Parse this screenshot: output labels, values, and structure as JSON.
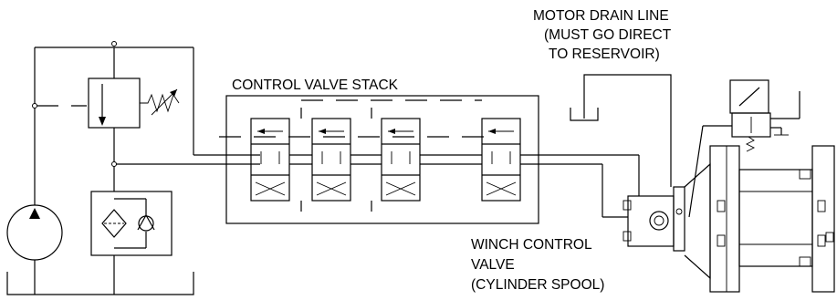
{
  "labels": {
    "control_valve_stack": "CONTROL VALVE STACK",
    "motor_drain_line": [
      "MOTOR DRAIN LINE",
      "(MUST GO DIRECT",
      "TO RESERVOIR)"
    ],
    "winch_control_valve": [
      "WINCH CONTROL",
      "VALVE",
      "(CYLINDER SPOOL)"
    ]
  },
  "valve_count": 4,
  "icons": [
    "pump-icon",
    "relief-valve-icon",
    "filter-icon",
    "check-valve-icon",
    "reservoir-icon",
    "hydraulic-motor-icon",
    "winch-drum-icon",
    "solenoid-valve-icon"
  ]
}
